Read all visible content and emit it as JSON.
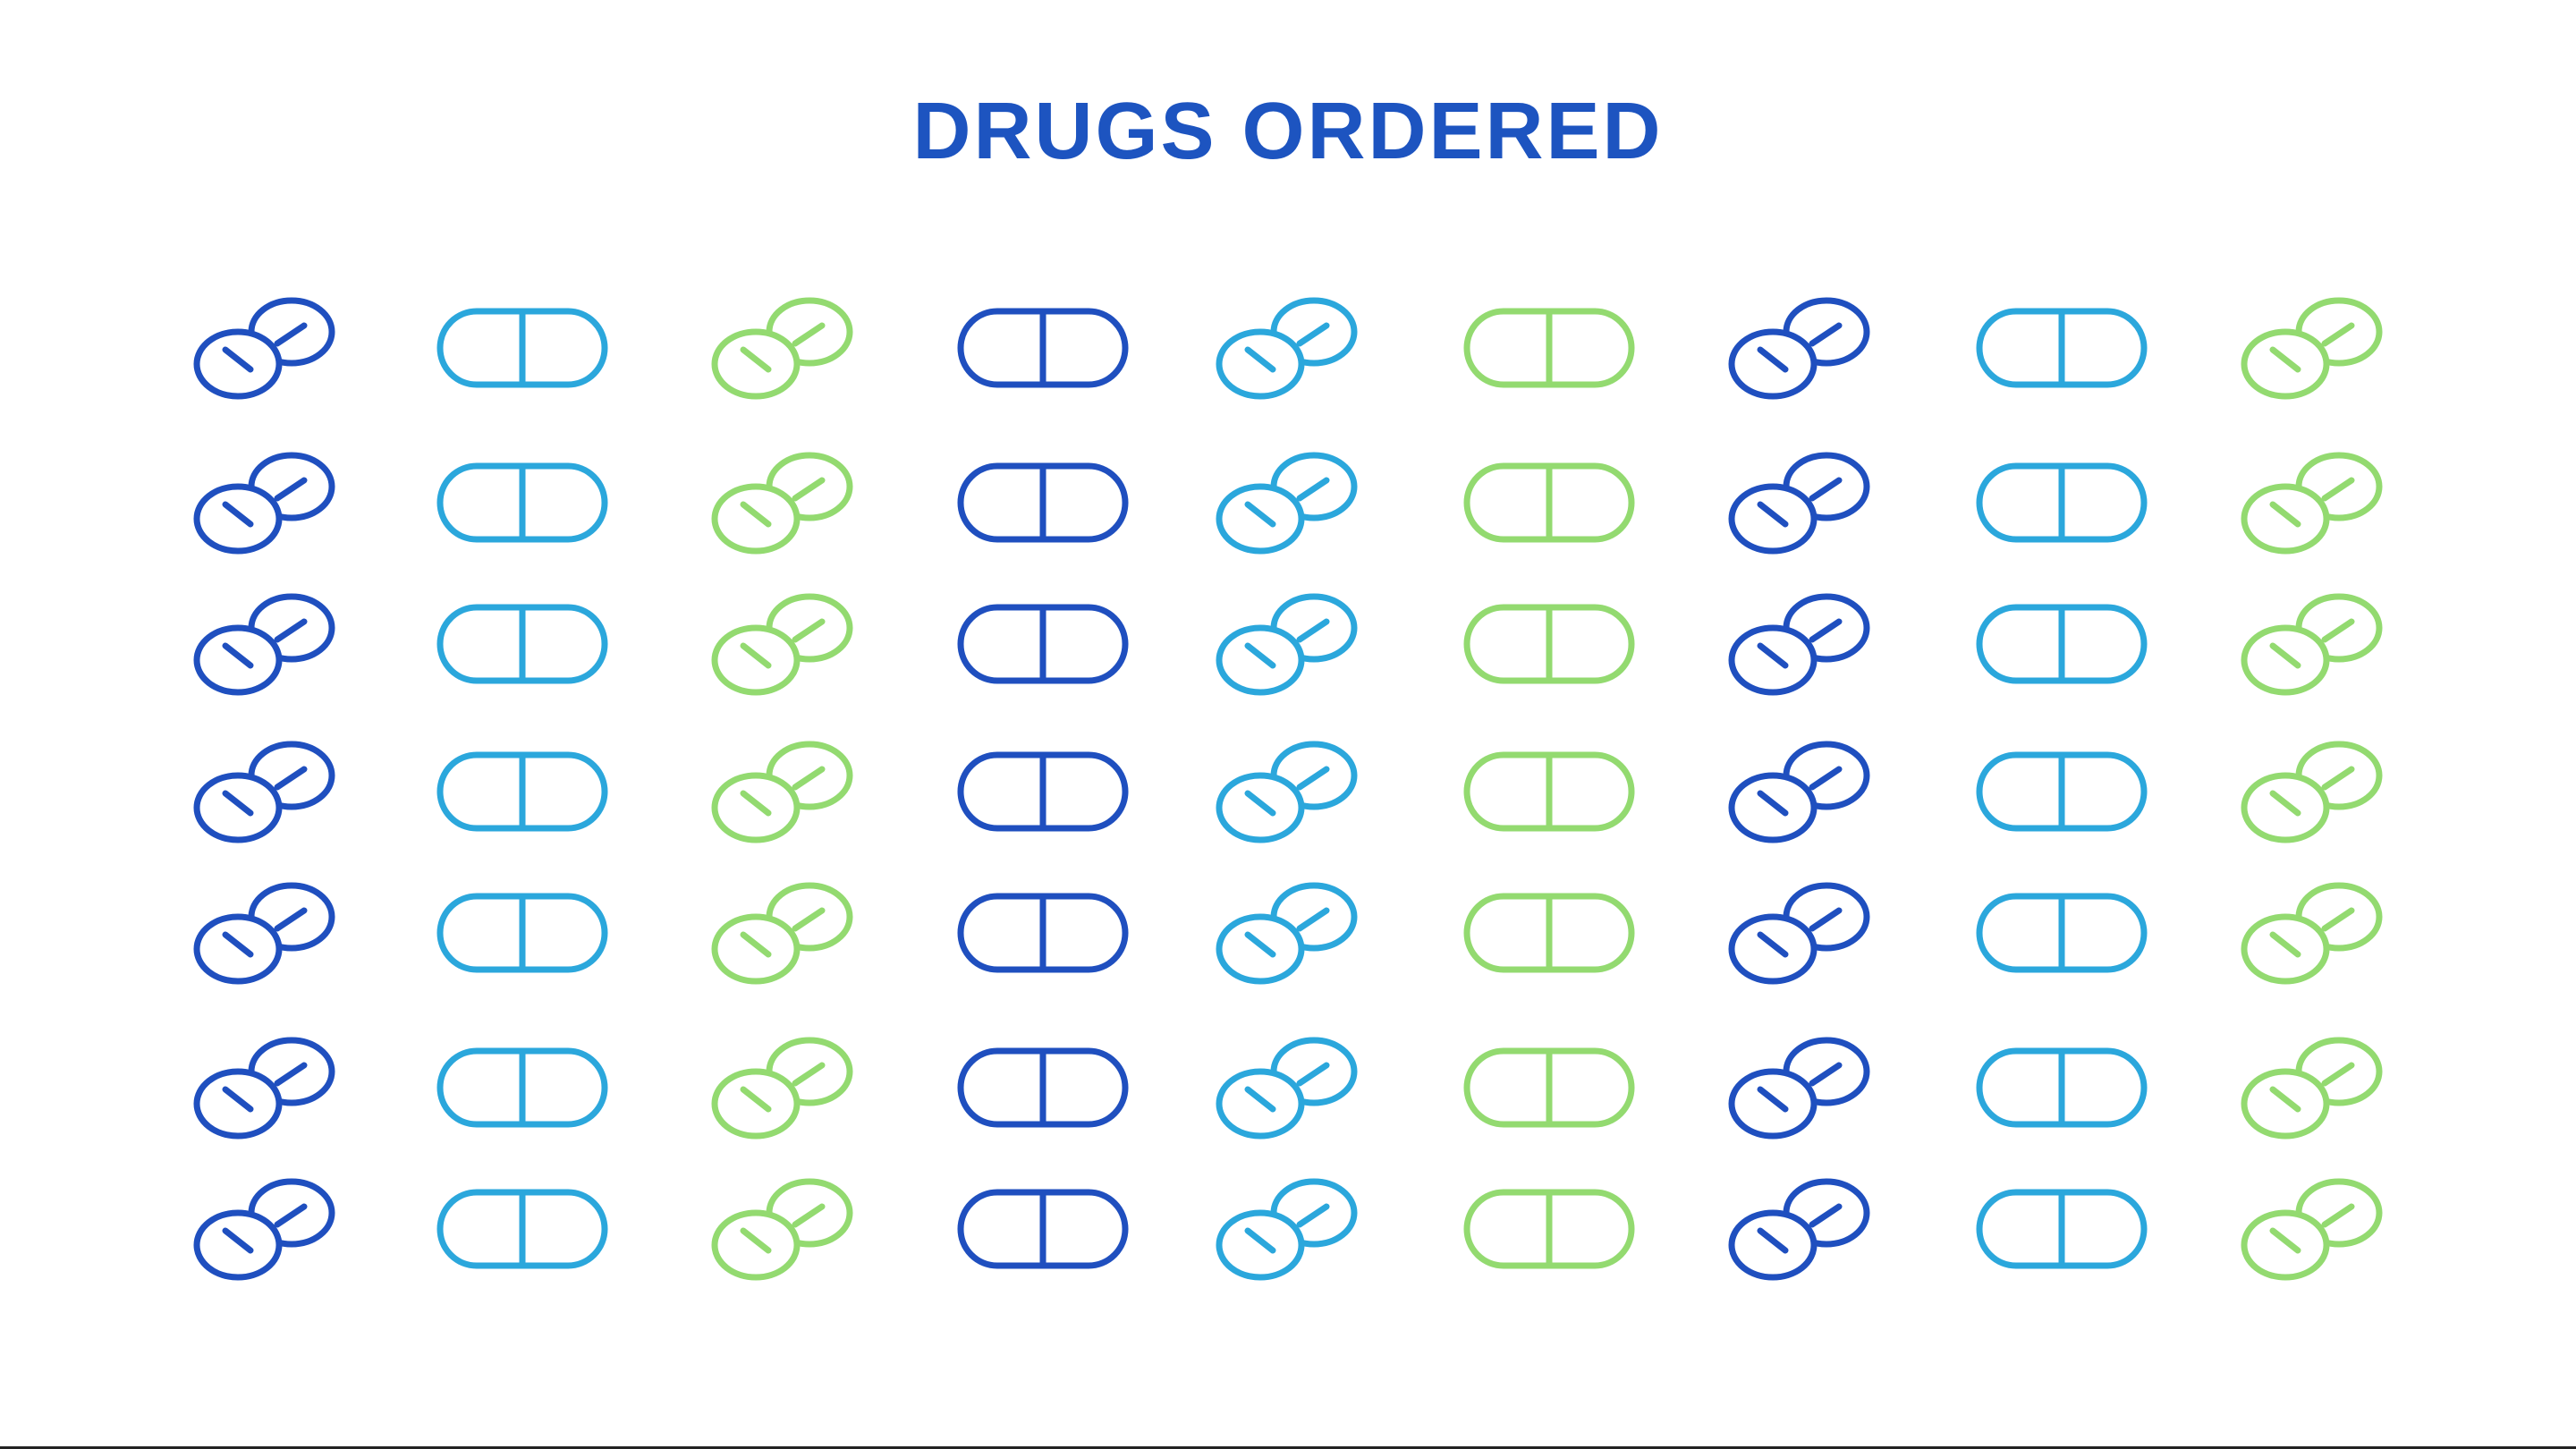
{
  "title": "DRUGS ORDERED",
  "colors": {
    "dark_blue": "#1f4fbf",
    "light_blue": "#2ba7dc",
    "green": "#93da70"
  },
  "grid": {
    "rows": 7,
    "columns": [
      {
        "icon": "pills",
        "color": "dark_blue"
      },
      {
        "icon": "capsule",
        "color": "light_blue"
      },
      {
        "icon": "pills",
        "color": "green"
      },
      {
        "icon": "capsule",
        "color": "dark_blue"
      },
      {
        "icon": "pills",
        "color": "light_blue"
      },
      {
        "icon": "capsule",
        "color": "green"
      },
      {
        "icon": "pills",
        "color": "dark_blue"
      },
      {
        "icon": "capsule",
        "color": "light_blue"
      },
      {
        "icon": "pills",
        "color": "green"
      }
    ]
  }
}
